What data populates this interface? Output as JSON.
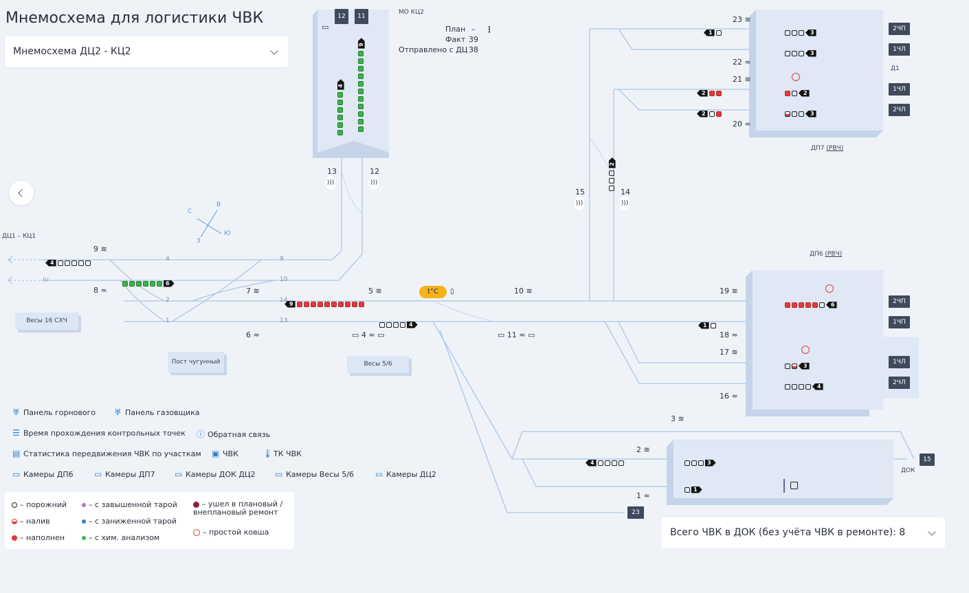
{
  "app": {
    "title": "Мнемосхема для логистики ЧВК"
  },
  "scheme_select": {
    "value": "Мнемосхема ДЦ2 - КЦ2"
  },
  "mo": {
    "label": "МО КЦ2",
    "plan_label": "План",
    "plan_value": "–",
    "fact_label": "Факт",
    "fact_value": "39",
    "sent_label": "Отправлено с ДЦ",
    "sent_value": "38",
    "track_a": "12",
    "track_b": "11",
    "count_a": "4",
    "count_b": "9"
  },
  "left_route": {
    "label": "ДЦ1 – КЦ1",
    "roman": "IV"
  },
  "compass": {
    "n": "С",
    "e": "В",
    "s": "З",
    "w": "Ю"
  },
  "points": {
    "p1": "1",
    "p2": "2",
    "p3": "3",
    "p5": "5",
    "p6": "6",
    "p7": "7",
    "p8": "8",
    "p9": "9",
    "p10": "10",
    "p11": "11",
    "p12": "12",
    "p13": "13",
    "p14": "14",
    "p15": "15",
    "p16": "16",
    "p17": "17",
    "p18": "18",
    "p19": "19",
    "p20": "20",
    "p21": "21",
    "p22": "22",
    "p23": "23"
  },
  "track_labels": {
    "t4": "4",
    "t2": "2",
    "t1": "1",
    "t9": "9",
    "t10": "10",
    "t14": "14",
    "t13": "13"
  },
  "trains": {
    "left1": "4",
    "left2": "6",
    "center1": "9",
    "center2": "4",
    "vert": "2",
    "dp7_1": "1",
    "dp7_2": "3",
    "dp7_3": "3",
    "dp7_4": "2",
    "dp7_5": "2",
    "dp7_6": "2",
    "dp7_7": "3",
    "dp6_1": "6",
    "dp6_2": "1",
    "dp6_3": "3",
    "dp6_4": "4",
    "dok_1": "4",
    "dok_2": "3",
    "dok_3": "1"
  },
  "plates": {
    "scales16": "Весы 16 СХЧ",
    "post": "Пост чугунный",
    "scales56": "Весы 5/6"
  },
  "badges": {
    "dp7_b1": "2ЧП",
    "dp7_b2": "1ЧЛ",
    "dp7_b3": "1ЧЛ",
    "dp7_b4": "2ЧЛ",
    "dp6_b1": "2ЧП",
    "dp6_b2": "1ЧП",
    "dp6_b3": "1ЧЛ",
    "dp6_b4": "2ЧЛ",
    "dok": "15",
    "b23": "23"
  },
  "areas": {
    "dp7": "ДП7",
    "dp7_link": "(РВЧ)",
    "dp6": "ДП6",
    "dp6_link": "(РВЧ)",
    "d1": "Д1",
    "dok": "ДОК",
    "temp": "t°C"
  },
  "toolbar": {
    "t1": "Панель горнового",
    "t2": "Панель газовщика",
    "t3": "Время прохождения контрольных точек",
    "t4": "Обратная связь",
    "t5": "Статистика передвижения ЧВК по участкам",
    "t6": "ЧВК",
    "t7": "ТК ЧВК",
    "t8": "Камеры ДП6",
    "t9": "Камеры ДП7",
    "t10": "Камеры ДОК ДЦ2",
    "t11": "Камеры Весы 5/6",
    "t12": "Камеры ДЦ2"
  },
  "legend": {
    "empty": "– порожний",
    "pouring": "– налив",
    "full": "– наполнен",
    "high_tare": "– с завышенной тарой",
    "low_tare": "– с заниженной тарой",
    "chem": "– с хим. анализом",
    "repair": "– ушел в плановый /\nвнеплановый ремонт",
    "idle": "– простой ковша"
  },
  "colors": {
    "accent": "#2f7fd1",
    "line": "#a9c6e6",
    "green": "#3cb54a",
    "red": "#e23b3b",
    "badge": "#3f4a5c",
    "yellow": "#f6b21a",
    "high_tare": "#c86ad6",
    "low_tare": "#2f7fd1"
  },
  "summary": {
    "text": "Всего ЧВК в ДОК (без учёта ЧВК в ремонте): 8"
  }
}
